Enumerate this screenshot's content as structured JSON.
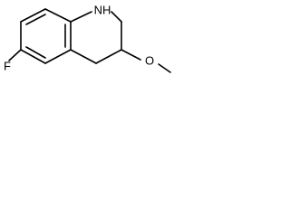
{
  "molecule": {
    "atoms": {
      "nh": "NH",
      "f": "F",
      "o": "O"
    },
    "colors": {
      "ink": "#000000",
      "background": "#ffffff"
    }
  }
}
